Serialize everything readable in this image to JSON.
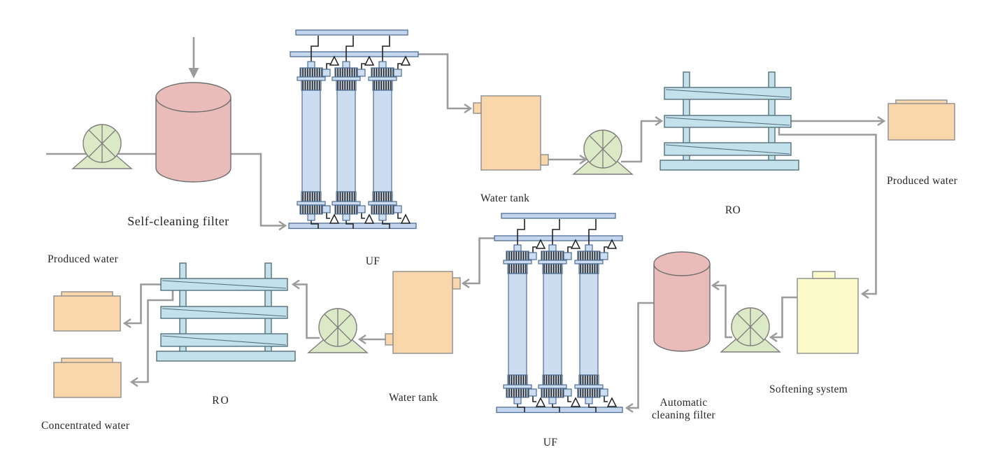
{
  "labels": {
    "self_cleaning_filter": "Self-cleaning filter",
    "uf_top": "UF",
    "water_tank_top": "Water tank",
    "ro_top": "RO",
    "produced_water_top": "Produced water",
    "softening_system": "Softening system",
    "automatic_cleaning_filter_line1": "Automatic",
    "automatic_cleaning_filter_line2": "cleaning filter",
    "uf_bottom": "UF",
    "water_tank_bottom": "Water tank",
    "ro_bottom": "RO",
    "produced_water_bottom": "Produced water",
    "concentrated_water": "Concentrated water"
  },
  "colors": {
    "filter_pink": "#e9bcba",
    "pump_green": "#dce9c6",
    "uf_blue": "#cdddf1",
    "bar_blue": "#c3d6ed",
    "blue_stroke": "#4e6d94",
    "ro_cyan": "#c2e1eb",
    "ro_stroke": "#55707c",
    "tank_orange": "#fad7ab",
    "soft_yellow": "#fbfbc9",
    "box_stroke": "#8d8d8d",
    "pipe_gray": "#9b9b9b",
    "line_black": "#222222",
    "cyl_stroke": "#6e6e6e",
    "pump_stroke": "#7d7d7d",
    "text_ink": "#262626"
  }
}
